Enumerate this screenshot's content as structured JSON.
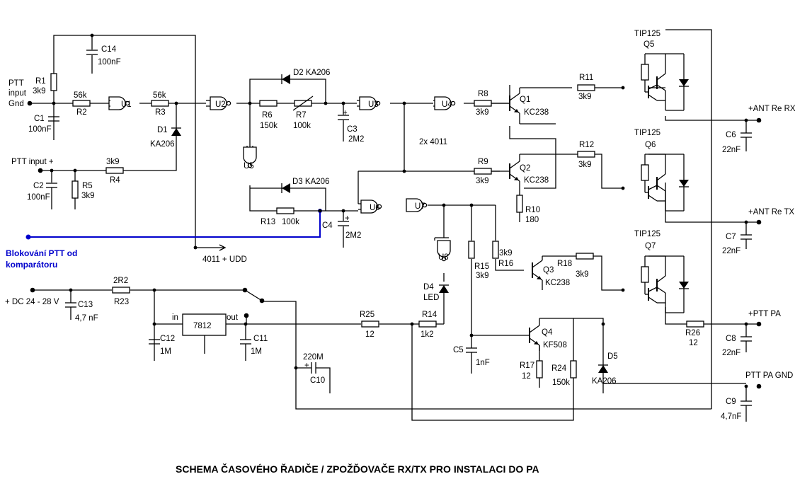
{
  "title": "SCHEMA  ČASOVÉHO ŘADIČE / ZPOŽĎOVAČE RX/TX PRO INSTALACI DO PA",
  "inputs": {
    "ptt_gnd_1": "PTT",
    "ptt_gnd_2": "input",
    "ptt_gnd_3": "Gnd",
    "ptt_plus": "PTT input +",
    "power": "+ DC 24 - 28 V"
  },
  "blocking": {
    "line1": "Blokování PTT od",
    "line2": "komparátoru"
  },
  "supply_label": "4011 + UDD",
  "ic_note": "2x 4011",
  "outputs": {
    "ant_rx": "+ANT Re RX",
    "ant_tx": "+ANT Re TX",
    "ptt_pa": "+PTT PA",
    "ptt_pa_gnd": "PTT PA GND"
  },
  "gates": [
    "U1",
    "U2",
    "U3",
    "U4",
    "U5",
    "U6",
    "U7",
    "U8"
  ],
  "regulator": {
    "name": "7812",
    "in": "in",
    "out": "out"
  },
  "components": {
    "R1": "R1",
    "R1v": "3k9",
    "R2": "R2",
    "R2v": "56k",
    "R3": "R3",
    "R3v": "56k",
    "R4": "R4",
    "R4v": "3k9",
    "R5": "R5",
    "R5v": "3k9",
    "R6": "R6",
    "R6v": "150k",
    "R7": "R7",
    "R7v": "100k",
    "R8": "R8",
    "R8v": "3k9",
    "R9": "R9",
    "R9v": "3k9",
    "R10": "R10",
    "R10v": "180",
    "R11": "R11",
    "R11v": "3k9",
    "R12": "R12",
    "R12v": "3k9",
    "R13": "R13",
    "R13v": "100k",
    "R14": "R14",
    "R14v": "1k2",
    "R15": "R15",
    "R15v": "3k9",
    "R16": "R16",
    "R16v": "3k9",
    "R17": "R17",
    "R17v": "12",
    "R18": "R18",
    "R18v": "3k9",
    "R23": "R23",
    "R23v": "2R2",
    "R24": "R24",
    "R24v": "150k",
    "R25": "R25",
    "R25v": "12",
    "R26": "R26",
    "R26v": "12",
    "C1": "C1",
    "C1v": "100nF",
    "C2": "C2",
    "C2v": "100nF",
    "C3": "C3",
    "C3v": "2M2",
    "C4": "C4",
    "C4v": "2M2",
    "C5": "C5",
    "C5v": "1nF",
    "C6": "C6",
    "C6v": "22nF",
    "C7": "C7",
    "C7v": "22nF",
    "C8": "C8",
    "C8v": "22nF",
    "C9": "C9",
    "C9v": "4,7nF",
    "C10": "C10",
    "C10v": "220M",
    "C11": "C11",
    "C11v": "1M",
    "C12": "C12",
    "C12v": "1M",
    "C13": "C13",
    "C13v": "4,7 nF",
    "C14": "C14",
    "C14v": "100nF",
    "D1": "D1",
    "D1v": "KA206",
    "D2": "D2  KA206",
    "D3": "D3  KA206",
    "D4": "D4",
    "D4v": "LED",
    "D5": "D5",
    "D5v": "KA206",
    "Q1": "Q1",
    "Q1v": "KC238",
    "Q2": "Q2",
    "Q2v": "KC238",
    "Q3": "Q3",
    "Q3v": "KC238",
    "Q4": "Q4",
    "Q4v": "KF508",
    "Q5t": "TIP125",
    "Q5": "Q5",
    "Q6t": "TIP125",
    "Q6": "Q6",
    "Q7t": "TIP125",
    "Q7": "Q7"
  }
}
